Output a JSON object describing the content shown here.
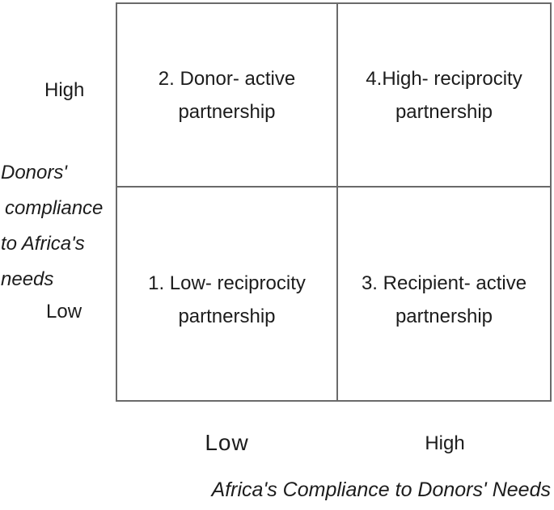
{
  "figure": {
    "type": "2x2-matrix",
    "line_color": "#6a6a6a",
    "text_color": "#1c1c1c",
    "background": "#ffffff"
  },
  "quadrants": {
    "top_left": {
      "line1": "2. Donor- active",
      "line2": "partnership"
    },
    "top_right": {
      "line1": "4.High- reciprocity",
      "line2": "partnership"
    },
    "bottom_left": {
      "line1": "1. Low- reciprocity",
      "line2": "partnership"
    },
    "bottom_right": {
      "line1": "3. Recipient- active",
      "line2": "partnership"
    }
  },
  "y_axis": {
    "high_label": "High",
    "low_label": "Low",
    "title_lines": [
      "Donors'",
      "compliance",
      "to Africa's",
      "needs"
    ]
  },
  "x_axis": {
    "low_label": "Low",
    "high_label": "High",
    "title": "Africa's Compliance to Donors' Needs"
  }
}
